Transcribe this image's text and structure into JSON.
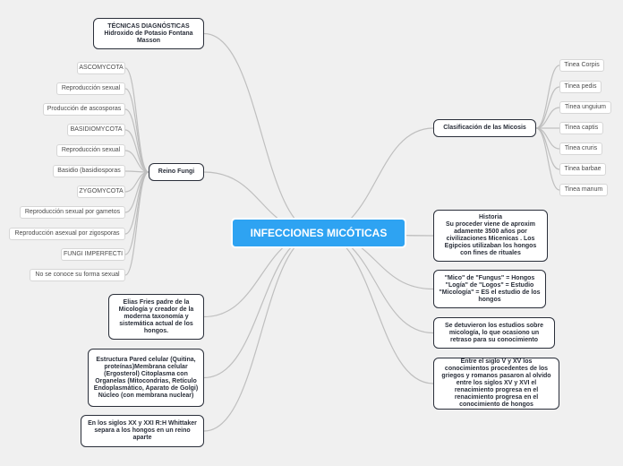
{
  "central": "INFECCIONES MICÓTICAS",
  "left": {
    "tecnicas": "TÉCNICAS DIAGNÓSTICAS\nHidroxido de Potasio Fontana Masson",
    "reino": "Reino Fungi",
    "reino_items": [
      "ASCOMYCOTA",
      "Reproducción sexual",
      "Producción de ascosporas",
      "BASIDIOMYCOTA",
      "Reproducción sexual",
      "Basidio (basidiosporas",
      "ZYGOMYCOTA",
      "Reproducción sexual por gametos",
      "Reproducción asexual por zigosporas",
      "FUNGI IMPERFECTI",
      "No se conoce su forma sexual"
    ],
    "elias": "Elias Fries padre de la Micología y creador de la moderna taxonomía y sistemática actual de los hongos.",
    "estructura": "Estructura Pared celular (Quitina, proteínas)Membrana celular (Ergosterol) Citoplasma con Organelas (Mitocondrias, Retículo Endoplasmático, Aparato de Golgi) Núcleo (con membrana nuclear)",
    "siglos": "En los siglos XX y XXI R:H Whittaker separa a los hongos en un reino aparte"
  },
  "right": {
    "clasificacion": "Clasificación de las Micosis",
    "tineas": [
      "Tinea Corpis",
      "Tinea pedis",
      "Tinea unguium",
      "Tinea captis",
      "Tinea cruris",
      "Tinea barbae",
      "Tinea manum"
    ],
    "historia": "Historia\nSu proceder viene de  aproxim adamente 3500 años por civilizaciones Micenicas . Los Egipcios utilizaban los hongos con fines de rituales",
    "mico": "\"Mico\" de \"Fungus\" = Hongos \"Logía\" de \"Logos\" = Estudio \"Micología\" = ES el estudio de los hongos",
    "detuvieron": "Se detuvieron los estudios sobre micología, lo que ocasiono un retraso para su conocimiento",
    "entre": "Entre el siglo V y XV los conocimientos procedentes de los griegos y romanos pasaron al olvido entre los siglos XV y XVI el renacimiento progresa en el renacimiento progresa en el conocimiento de hongos"
  },
  "colors": {
    "central": "#2ea3f2",
    "link": "#bfbfbf",
    "border": "#2a2f3a",
    "background": "#f0f0f0"
  }
}
